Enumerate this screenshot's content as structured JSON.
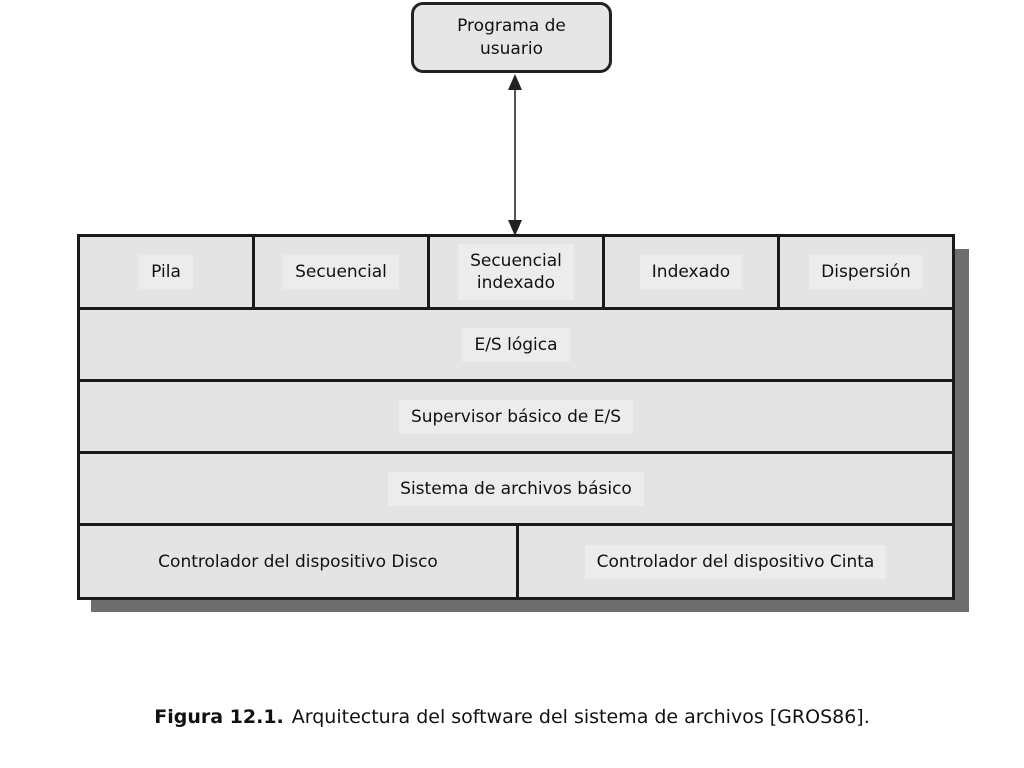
{
  "top_node": {
    "label": "Programa de\nusuario"
  },
  "methods": [
    {
      "label": "Pila"
    },
    {
      "label": "Secuencial"
    },
    {
      "label": "Secuencial\nindexado"
    },
    {
      "label": "Indexado"
    },
    {
      "label": "Dispersión"
    }
  ],
  "layers": {
    "logical_io": "E/S lógica",
    "basic_io_supervisor": "Supervisor básico de E/S",
    "basic_file_system": "Sistema de archivos básico"
  },
  "drivers": {
    "disk": "Controlador del dispositivo Disco",
    "tape": "Controlador del dispositivo Cinta"
  },
  "caption": {
    "figure_number": "Figura 12.1.",
    "text": "Arquitectura del software del sistema de archivos [GROS86]."
  }
}
